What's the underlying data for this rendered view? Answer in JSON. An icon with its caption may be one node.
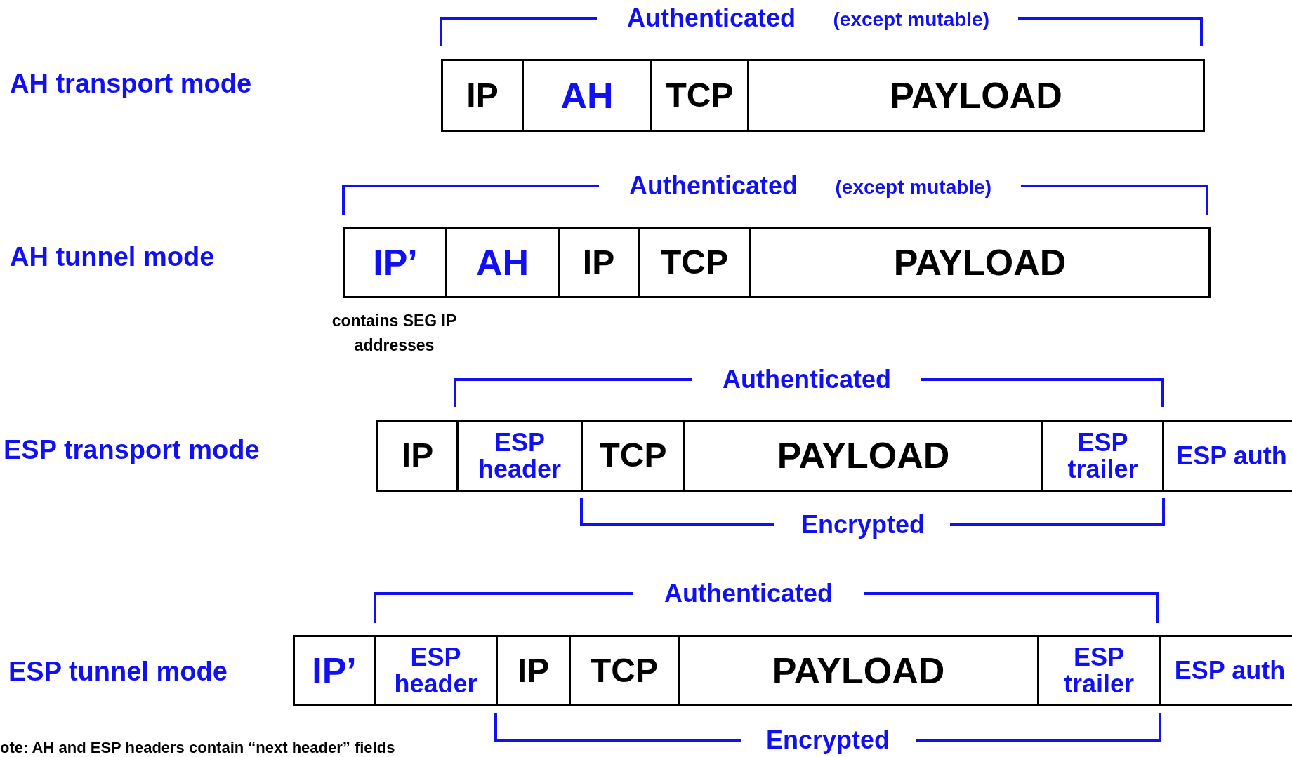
{
  "diagram": {
    "nodes": [
      {
        "text": [
          "IP"
        ]
      },
      {
        "text": [
          "AH"
        ]
      },
      {
        "text": [
          "TCP"
        ]
      },
      {
        "text": [
          "PAYLOAD"
        ]
      },
      {
        "text": [
          "IP’"
        ],
        "beside": [
          "contains SEG IP addresses"
        ]
      },
      {
        "text": [
          "AH"
        ]
      },
      {
        "text": [
          "IP"
        ]
      },
      {
        "text": [
          "TCP"
        ]
      },
      {
        "text": [
          "PAYLOAD"
        ]
      },
      {
        "text": [
          "IP"
        ]
      },
      {
        "text": [
          "ESP header"
        ]
      },
      {
        "text": [
          "TCP"
        ]
      },
      {
        "text": [
          "PAYLOAD"
        ]
      },
      {
        "text": [
          "ESP trailer"
        ]
      },
      {
        "text": [
          "ESP auth"
        ]
      },
      {
        "text": [
          "IP’"
        ]
      },
      {
        "text": [
          "ESP header"
        ]
      },
      {
        "text": [
          "IP"
        ]
      },
      {
        "text": [
          "TCP"
        ]
      },
      {
        "text": [
          "PAYLOAD"
        ]
      },
      {
        "text": [
          "ESP trailer"
        ]
      },
      {
        "text": [
          "ESP auth"
        ]
      }
    ],
    "labels": [
      "Authenticated",
      "(except mutable)",
      "AH transport mode",
      "Authenticated",
      "(except mutable)",
      "AH tunnel mode",
      "Authenticated",
      "ESP transport mode",
      "Encrypted",
      "Authenticated",
      "ESP tunnel mode",
      "Encrypted",
      "ote: AH and ESP headers contain “next header” fields"
    ]
  }
}
